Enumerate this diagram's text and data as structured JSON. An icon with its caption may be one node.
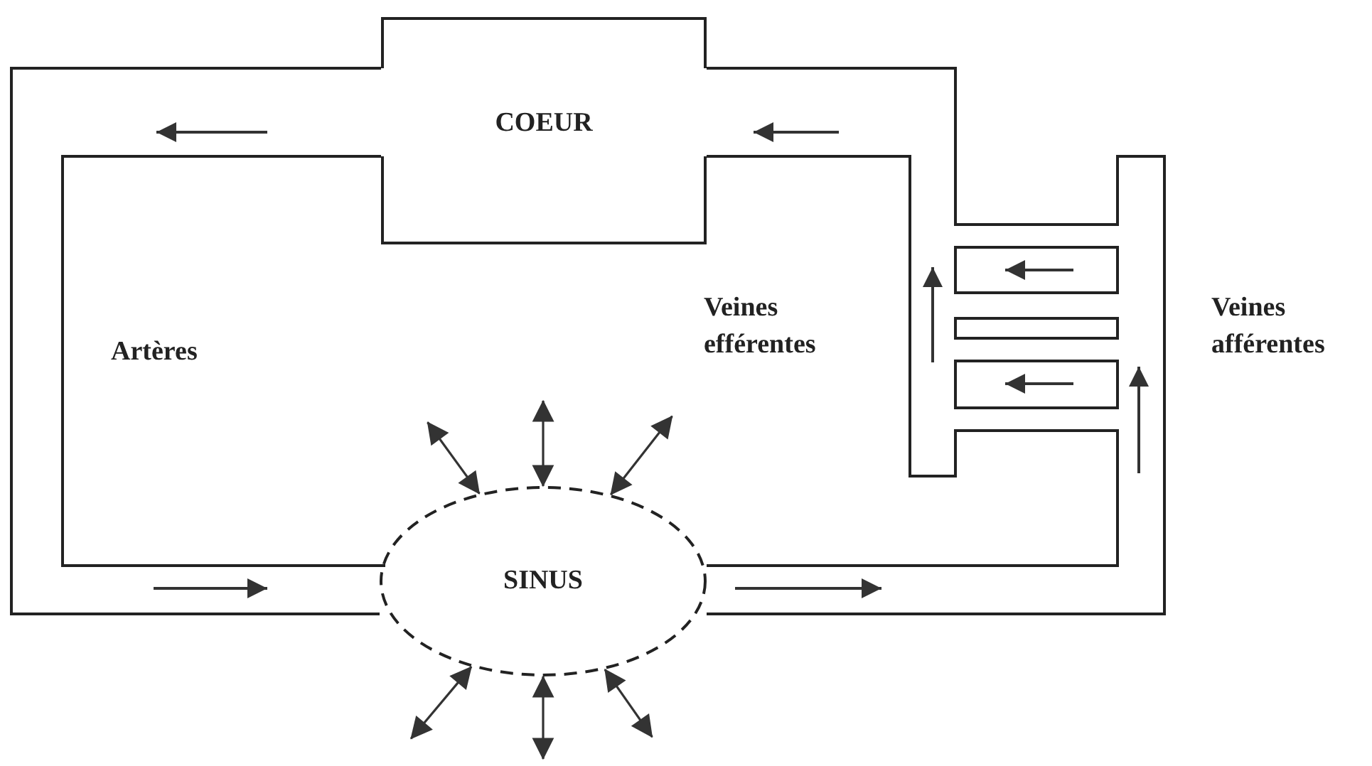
{
  "diagram": {
    "nodes": [
      {
        "text": [
          "COEUR"
        ]
      },
      {
        "text": [
          "SINUS"
        ]
      }
    ],
    "edges": [
      {
        "from": 1,
        "to": null,
        "arrow": "both"
      },
      {
        "from": 1,
        "to": null,
        "arrow": "both"
      },
      {
        "from": 1,
        "to": null,
        "arrow": "both"
      },
      {
        "from": 1,
        "to": null,
        "arrow": "both"
      },
      {
        "from": 1,
        "to": null,
        "arrow": "both"
      },
      {
        "from": 1,
        "to": null,
        "arrow": "both"
      }
    ],
    "labels": [
      "Veines efférentes",
      "Artères",
      "Veines afférentes"
    ]
  }
}
